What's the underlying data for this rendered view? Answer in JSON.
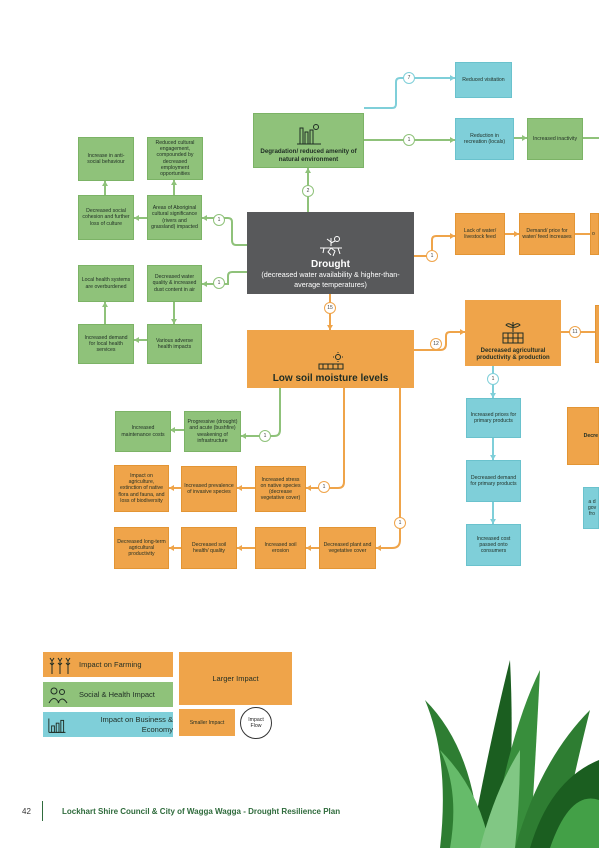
{
  "boxes": {
    "reduced_visitation": "Reduced visitation",
    "reduction_recreation": "Reduction in recreation (locals)",
    "increased_inactivity": "Increased inactivity",
    "degradation": "Degradation/ reduced amenity of natural environment",
    "increase_antisocial": "Increase in anti-social behaviour",
    "reduced_cultural": "Reduced cultural engagement, compounded by decreased employment opportunities",
    "decreased_social_cohesion": "Decreased social cohesion and further loss of culture",
    "areas_aboriginal": "Areas of Aboriginal cultural significance (rivers and grassland) impacted",
    "local_health": "Local health systems are overburdened",
    "decreased_water_quality": "Decreased water quality & increased dust content in air",
    "increased_demand_health": "Increased demand for local health services",
    "adverse_health": "Various adverse health impacts",
    "drought_title": "Drought",
    "drought_sub": "(decreased water availability & higher-than-average temperatures)",
    "lack_water": "Lack of water/ livestock feed",
    "demand_price": "Demand/ price for water/ feed increases",
    "partial_right_1": "o",
    "low_soil_title": "Low soil moisture levels",
    "decreased_ag": "Decreased agricultural productivity & production",
    "increased_prices": "Increased prices for primary products",
    "decreased_demand_primary": "Decreased demand for primary products",
    "increased_cost_consumers": "Increased cost passed onto consumers",
    "partial_decre": "Decre",
    "partial_gov": "a d gov fro",
    "increased_maintenance": "Increased maintenance costs",
    "progressive_weakening": "Progressive (drought) and acute (bushfire) weakening of infrastructure",
    "impact_agriculture": "Impact on agriculture, extinction of native flora and fauna, and loss of biodiversity",
    "increased_invasive": "Increased prevalence of invasive species",
    "increased_stress": "Increased stress on native species (decrease vegetative cover)",
    "decreased_longterm": "Decreased long-term agricultural productivity",
    "decreased_soil_health": "Decreased soil health/ quality",
    "increased_erosion": "Increased soil erosion",
    "decreased_plant": "Decreased plant and vegetative cover"
  },
  "flow_numbers": {
    "n_visitation": "7",
    "n_recreation": "1",
    "n_degradation": "2",
    "n_aboriginal": "1",
    "n_water_quality": "1",
    "n_lack_water": "1",
    "n_low_soil": "15",
    "n_ag": "12",
    "n_ag_right": "11",
    "n_prices": "1",
    "n_infrastructure": "1",
    "n_stress": "1",
    "n_plant": "1"
  },
  "legend": {
    "farming": "Impact on Farming",
    "social": "Social & Health Impact",
    "business": "Impact on Business & Economy",
    "larger": "Larger Impact",
    "smaller": "Smaller Impact",
    "flow": "Impact Flow"
  },
  "footer": {
    "page": "42",
    "title": "Lockhart Shire Council & City of Wagga Wagga - Drought Resilience Plan"
  },
  "colors": {
    "farming": "#efa44a",
    "social": "#8fc27a",
    "business": "#7fcfd9",
    "drought": "#58595b",
    "footer_green": "#2f6b3c"
  }
}
